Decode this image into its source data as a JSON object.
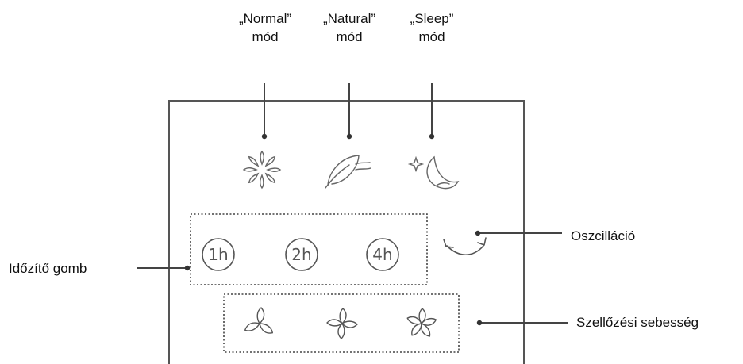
{
  "modes": [
    {
      "name_label": "„Normal”",
      "suffix": "mód",
      "icon": "swirl-fan-icon"
    },
    {
      "name_label": "„Natural”",
      "suffix": "mód",
      "icon": "leaf-wind-icon"
    },
    {
      "name_label": "„Sleep”",
      "suffix": "mód",
      "icon": "moon-star-icon"
    }
  ],
  "timer": {
    "label": "Időzítő gomb",
    "buttons": [
      "1h",
      "2h",
      "4h"
    ]
  },
  "oscillation": {
    "label": "Oszcilláció",
    "icon": "oscillation-arrows-icon"
  },
  "speed": {
    "label": "Szellőzési sebesség",
    "icons": [
      "fan-3-blade-icon",
      "fan-4-blade-icon",
      "fan-5-blade-icon"
    ]
  }
}
